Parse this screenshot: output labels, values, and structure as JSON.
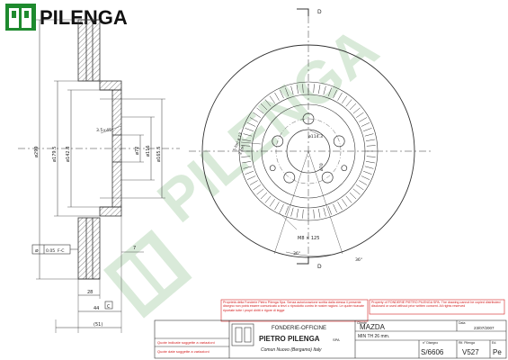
{
  "brand": {
    "logo_mark": "PP",
    "name": "PILENGA"
  },
  "watermark": {
    "mark": "PP",
    "text": "PILENGA"
  },
  "section_view": {
    "overall_diameter": "ø299",
    "hat_outer_diameter": "ø179.5",
    "hat_inner_diameter": "ø142.8",
    "center_bore": "ø72",
    "hat_diameter": "ø116",
    "inner_diameter": "ø165.5",
    "chamfer": "3.5×45°",
    "runout_frame": "0.05",
    "runout_ref": "F-C",
    "thickness_dim": "28",
    "height_dim": "44",
    "total_height": "(51)",
    "flange_dim": "7",
    "datum_c": "C"
  },
  "front_view": {
    "section_label": "D",
    "bolt_circle": "ø114.3",
    "bolt_hole_dia": "ø70",
    "holes_label": "5 fori ø 13",
    "threaded_holes": "2 fori",
    "thread": "M8 × 125",
    "angle_a": "36°",
    "angle_b": "36°"
  },
  "notes": {
    "italian": "Proprietà della Fonderie Pietro Pilenga Spa. Senza autorizzazione scritta dalla stessa il presente disegno non potrà essere comunicato a terzi o riprodotto contro le nostre ragioni. Le quote ricavate riportate tutte i propri diritti e rigore di legge",
    "english": "Property of FONDERIE PIETRO PILENGA SPA. The drawing cannot be copied distributed disclosed or used without prior written consent. All rights reserved"
  },
  "title_block": {
    "subtitle": "FONDERIE-OFFICINE",
    "company": "PIETRO PILENGA",
    "company_suffix": "SPA",
    "city": "Comun Nuovo (Bergamo) Italy",
    "customer_label": "Cliente",
    "customer": "MAZDA",
    "date_label": "Data",
    "date": "23/07/2007",
    "min_th": "MIN TH  26   mm.",
    "drawing_label": "n° Disegno",
    "drawing_no": "S/6606",
    "ref_label": "Rif. Pilenga",
    "ref_no": "V527",
    "ed_label": "Ed.",
    "ed": "Pe",
    "warn1": "Quote indicate soggette a variazioni",
    "warn2": "Quote date soggette a variazioni"
  },
  "colors": {
    "brand_green": "#1e8a2e",
    "watermark": "#d9ead9",
    "line": "#333333",
    "warn_red": "#d42020"
  }
}
